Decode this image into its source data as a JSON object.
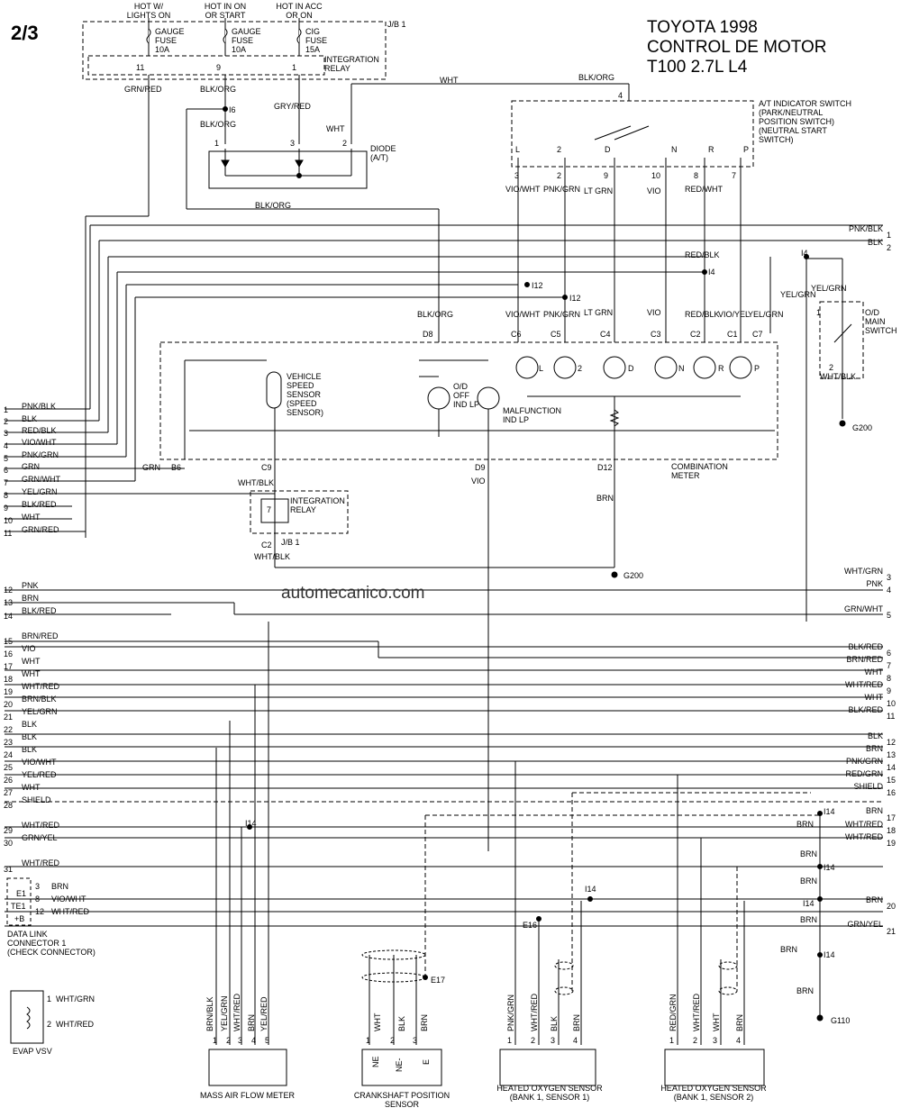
{
  "page": "2/3",
  "header": {
    "line1": "TOYOTA 1998",
    "line2": "CONTROL DE MOTOR",
    "line3": "T100 2.7L L4"
  },
  "watermark": "automecanico.com",
  "jb1": {
    "label": "J/B 1",
    "supplies": [
      {
        "hot": "HOT W/ LIGHTS ON",
        "fuse": "GAUGE FUSE 10A",
        "pin": "11"
      },
      {
        "hot": "HOT IN ON OR START",
        "fuse": "GAUGE FUSE 10A",
        "pin": "9"
      },
      {
        "hot": "HOT IN ACC OR ON",
        "fuse": "CIG FUSE 15A",
        "pin": "1"
      }
    ],
    "integration_relay": "INTEGRATION RELAY"
  },
  "diode": {
    "label": "DIODE (A/T)",
    "pins": [
      "1",
      "3",
      "2"
    ]
  },
  "at_switch": {
    "label": "A/T INDICATOR SWITCH (PARK/NEUTRAL POSITION SWITCH) (NEUTRAL START SWITCH)",
    "positions": [
      "L",
      "2",
      "D",
      "N",
      "R",
      "P"
    ],
    "pins": [
      "3",
      "2",
      "9",
      "10",
      "8",
      "7"
    ],
    "wires": [
      "VIO/WHT",
      "PNK/GRN",
      "LT GRN",
      "VIO",
      "RED/WHT",
      ""
    ]
  },
  "combination_meter": {
    "label": "COMBINATION METER",
    "connectors_top": [
      "D8",
      "C6",
      "C5",
      "C4",
      "C3",
      "C2",
      "C1",
      "C7"
    ],
    "wires_top": [
      "BLK/ORG",
      "VIO/WHT",
      "PNK/GRN",
      "LT GRN",
      "VIO",
      "RED/BLK",
      "VIO/YEL",
      "YEL/GRN"
    ],
    "connectors_bottom": [
      "B6",
      "C9",
      "D9",
      "D12"
    ],
    "vss": "VEHICLE SPEED SENSOR (SPEED SENSOR)",
    "od_off": "O/D OFF IND LP",
    "malfunction": "MALFUNCTION IND LP",
    "indicators": [
      "L",
      "2",
      "D",
      "N",
      "R",
      "P"
    ]
  },
  "od_main": {
    "label": "O/D MAIN SWITCH",
    "wire_top": "YEL/GRN",
    "wire_bottom": "WHT/BLK",
    "pins": [
      "1",
      "2"
    ]
  },
  "grounds": [
    "G200",
    "G200",
    "G110"
  ],
  "left_rows": [
    {
      "n": "1",
      "w": "PNK/BLK"
    },
    {
      "n": "2",
      "w": "BLK"
    },
    {
      "n": "3",
      "w": "RED/BLK"
    },
    {
      "n": "4",
      "w": "VIO/WHT"
    },
    {
      "n": "5",
      "w": "PNK/GRN"
    },
    {
      "n": "6",
      "w": "GRN"
    },
    {
      "n": "7",
      "w": "GRN/WHT"
    },
    {
      "n": "8",
      "w": "YEL/GRN"
    },
    {
      "n": "9",
      "w": "BLK/RED"
    },
    {
      "n": "10",
      "w": "WHT"
    },
    {
      "n": "11",
      "w": "GRN/RED"
    },
    {
      "n": "12",
      "w": "PNK"
    },
    {
      "n": "13",
      "w": "BRN"
    },
    {
      "n": "14",
      "w": "BLK/RED"
    },
    {
      "n": "15",
      "w": "BRN/RED"
    },
    {
      "n": "16",
      "w": "VIO"
    },
    {
      "n": "17",
      "w": "WHT"
    },
    {
      "n": "18",
      "w": "WHT"
    },
    {
      "n": "19",
      "w": "WHT/RED"
    },
    {
      "n": "20",
      "w": "BRN/BLK"
    },
    {
      "n": "21",
      "w": "YEL/GRN"
    },
    {
      "n": "22",
      "w": "BLK"
    },
    {
      "n": "23",
      "w": "BLK"
    },
    {
      "n": "24",
      "w": "BLK"
    },
    {
      "n": "25",
      "w": "VIO/WHT"
    },
    {
      "n": "26",
      "w": "YEL/RED"
    },
    {
      "n": "27",
      "w": "WHT"
    },
    {
      "n": "28",
      "w": "SHIELD"
    },
    {
      "n": "29",
      "w": "WHT/RED"
    },
    {
      "n": "30",
      "w": "GRN/YEL"
    },
    {
      "n": "31",
      "w": "WHT/RED"
    }
  ],
  "right_rows": [
    {
      "n": "1",
      "w": "PNK/BLK"
    },
    {
      "n": "2",
      "w": "BLK"
    },
    {
      "n": "3",
      "w": "WHT/GRN"
    },
    {
      "n": "4",
      "w": "PNK"
    },
    {
      "n": "5",
      "w": "GRN/WHT"
    },
    {
      "n": "6",
      "w": "BLK/RED"
    },
    {
      "n": "7",
      "w": "BRN/RED"
    },
    {
      "n": "8",
      "w": "WHT"
    },
    {
      "n": "9",
      "w": "WHT/RED"
    },
    {
      "n": "10",
      "w": "WHT"
    },
    {
      "n": "11",
      "w": "BLK/RED"
    },
    {
      "n": "12",
      "w": "BLK"
    },
    {
      "n": "13",
      "w": "BRN"
    },
    {
      "n": "14",
      "w": "PNK/GRN"
    },
    {
      "n": "15",
      "w": "RED/GRN"
    },
    {
      "n": "16",
      "w": "SHIELD"
    },
    {
      "n": "17",
      "w": "BRN"
    },
    {
      "n": "18",
      "w": "WHT/RED"
    },
    {
      "n": "19",
      "w": "WHT/RED"
    },
    {
      "n": "20",
      "w": "BRN"
    },
    {
      "n": "21",
      "w": "GRN/YEL"
    }
  ],
  "splices": {
    "i4": "I4",
    "i6": "I6",
    "i12": "I12",
    "i14": "I14",
    "e16": "E16",
    "e17": "E17"
  },
  "dlc": {
    "label": "DATA LINK CONNECTOR 1 (CHECK CONNECTOR)",
    "pins": [
      "E1",
      "TE1",
      "+B"
    ],
    "nums": [
      "3",
      "8",
      "12"
    ],
    "wires": [
      "BRN",
      "VIO/WHT",
      "WHT/RED"
    ]
  },
  "evap": {
    "label": "EVAP VSV",
    "nums": [
      "1",
      "2"
    ],
    "wires": [
      "WHT/GRN",
      "WHT/RED"
    ]
  },
  "maf": {
    "label": "MASS AIR FLOW METER",
    "nums": [
      "1",
      "2",
      "3",
      "4",
      "5"
    ],
    "wires": [
      "BRN/BLK",
      "YEL/GRN",
      "WHT/RED",
      "BRN",
      "YEL/RED"
    ]
  },
  "ckp": {
    "label": "CRANKSHAFT POSITION SENSOR",
    "nums": [
      "1",
      "2",
      "3"
    ],
    "wires": [
      "WHT",
      "BLK",
      "BRN"
    ],
    "pins": [
      "NE",
      "NE-",
      "E"
    ]
  },
  "hos1": {
    "label": "HEATED OXYGEN SENSOR (BANK 1, SENSOR 1)",
    "nums": [
      "1",
      "2",
      "3",
      "4"
    ],
    "wires": [
      "PNK/GRN",
      "WHT/RED",
      "BLK",
      "BRN"
    ]
  },
  "hos2": {
    "label": "HEATED OXYGEN SENSOR (BANK 1, SENSOR 2)",
    "nums": [
      "1",
      "2",
      "3",
      "4"
    ],
    "wires": [
      "RED/GRN",
      "WHT/RED",
      "WHT",
      "BRN"
    ]
  },
  "misc": {
    "wht": "WHT",
    "blkorg": "BLK/ORG",
    "grn_red": "GRN/RED",
    "blk_org": "BLK/ORG",
    "gry_red": "GRY/RED",
    "wht_blk": "WHT/BLK",
    "brn": "BRN",
    "vio": "VIO",
    "grn": "GRN",
    "c2": "C2",
    "jb1": "J/B 1",
    "relay7": "7",
    "pin4": "4"
  }
}
